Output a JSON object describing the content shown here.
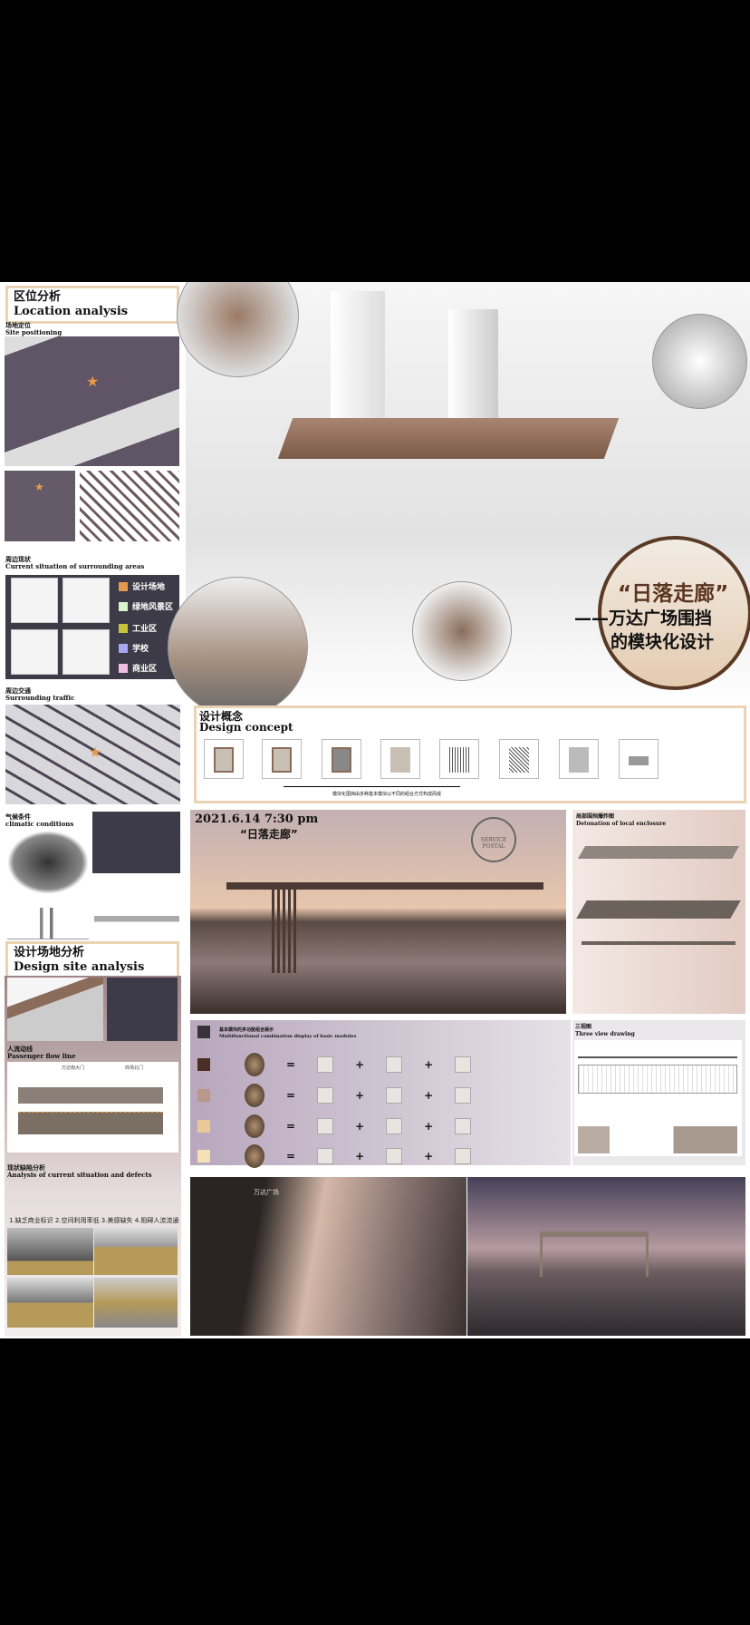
{
  "location": {
    "title_cn": "区位分析",
    "title_en": "Location analysis",
    "site_cn": "场地定位",
    "site_en": "Site positioning"
  },
  "surrounding": {
    "title_cn": "周边现状",
    "title_en": "Current situation of surrounding areas",
    "legend": [
      {
        "label": "设计场地",
        "color": "#e39a4c"
      },
      {
        "label": "绿地风景区",
        "color": "#d8f5cc"
      },
      {
        "label": "工业区",
        "color": "#c8c43c"
      },
      {
        "label": "学校",
        "color": "#a8a8f0"
      },
      {
        "label": "商业区",
        "color": "#f0c0e4"
      }
    ]
  },
  "traffic": {
    "title_cn": "周边交通",
    "title_en": "Surrounding traffic"
  },
  "climate": {
    "title_cn": "气候条件",
    "title_en": "climatic conditions"
  },
  "site_analysis": {
    "title_cn": "设计场地分析",
    "title_en": "Design site analysis",
    "flow_cn": "人流动线",
    "flow_en": "Passenger flow line",
    "gate1": "万达南大门",
    "gate2": "商场北门",
    "defects_cn": "现状缺陷分析",
    "defects_en": "Analysis of current situation and defects",
    "defects_list": "1.缺乏商业标识 2.空间利用率低 3.美感缺失 4.阻碍人流流通"
  },
  "headline": {
    "title": "“日落走廊”",
    "subtitle1": "——万达广场围挡",
    "subtitle2": "的模块化设计"
  },
  "concept": {
    "title_cn": "设计概念",
    "title_en": "Design concept",
    "caption": "模块化围挡由多种基本模块以不同的组合方式构成而成"
  },
  "render": {
    "datetime": "2021.6.14 7:30 pm",
    "name": "“日落走廊”",
    "stamp": "SERVICE POSTAL"
  },
  "detonation": {
    "title_cn": "局部围挡爆炸图",
    "title_en": "Detonation of local enclosure"
  },
  "modules": {
    "title_cn": "基本模块的多功能组合展示",
    "title_en": "Multifunctional combination display of basic modules",
    "swatches": [
      "#3a3239",
      "#4a2e25",
      "#b8998a",
      "#e9c898",
      "#f3e0b4"
    ]
  },
  "three_view": {
    "title_cn": "三视图",
    "title_en": "Three view drawing"
  },
  "mall_sign": "万达广场"
}
